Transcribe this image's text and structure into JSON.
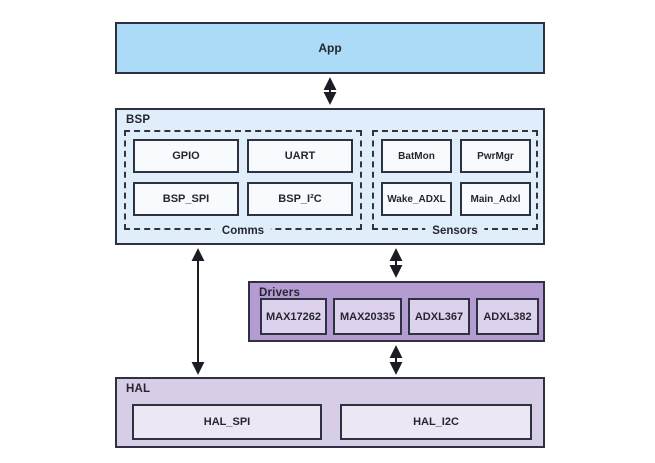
{
  "diagram": {
    "type": "block-architecture-diagram",
    "colors": {
      "app_fill": "#abdbf7",
      "bsp_fill": "#dfeefa",
      "bsp_node_fill": "#f7fbfe",
      "drivers_fill": "#b49cd3",
      "driver_node_fill": "#ddd2ee",
      "hal_fill": "#d8cde6",
      "hal_node_fill": "#ede7f5",
      "border": "#2e3140",
      "arrow": "#1c1c24",
      "text": "#26262e"
    },
    "layers": {
      "app": {
        "label": "App"
      },
      "bsp": {
        "label": "BSP",
        "groups": [
          {
            "label": "Comms",
            "items": [
              "GPIO",
              "UART",
              "BSP_SPI",
              "BSP_I²C"
            ]
          },
          {
            "label": "Sensors",
            "items": [
              "BatMon",
              "PwrMgr",
              "Wake_ADXL",
              "Main_Adxl"
            ]
          }
        ]
      },
      "drivers": {
        "label": "Drivers",
        "items": [
          "MAX17262",
          "MAX20335",
          "ADXL367",
          "ADXL382"
        ]
      },
      "hal": {
        "label": "HAL",
        "items": [
          "HAL_SPI",
          "HAL_I2C"
        ]
      }
    },
    "connections": [
      {
        "from": "App",
        "to": "BSP",
        "style": "double-arrow"
      },
      {
        "from": "BSP",
        "to": "Drivers",
        "style": "double-arrow"
      },
      {
        "from": "BSP",
        "to": "HAL",
        "style": "double-arrow"
      },
      {
        "from": "Drivers",
        "to": "HAL",
        "style": "double-arrow"
      }
    ]
  }
}
